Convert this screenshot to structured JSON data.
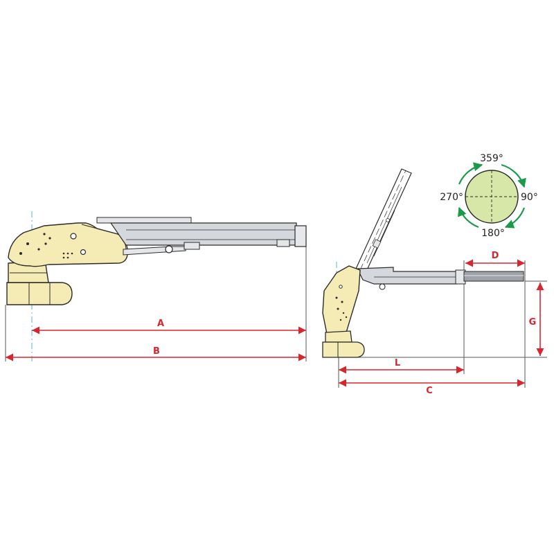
{
  "colors": {
    "crane_body": "#f5ebb4",
    "crane_outline": "#2a2a2a",
    "boom_metal": "#d4d7dc",
    "dimension_line": "#d8262e",
    "extension_line": "#555555",
    "centerline": "#6fc3e0",
    "rotation_fill": "#d6e7a8",
    "rotation_arrow": "#1a9a4a"
  },
  "dimensions": {
    "A": "A",
    "B": "B",
    "C": "C",
    "D": "D",
    "G": "G",
    "L": "L"
  },
  "rotation": {
    "top": "359°",
    "right": "90°",
    "bottom": "180°",
    "left": "270°"
  }
}
